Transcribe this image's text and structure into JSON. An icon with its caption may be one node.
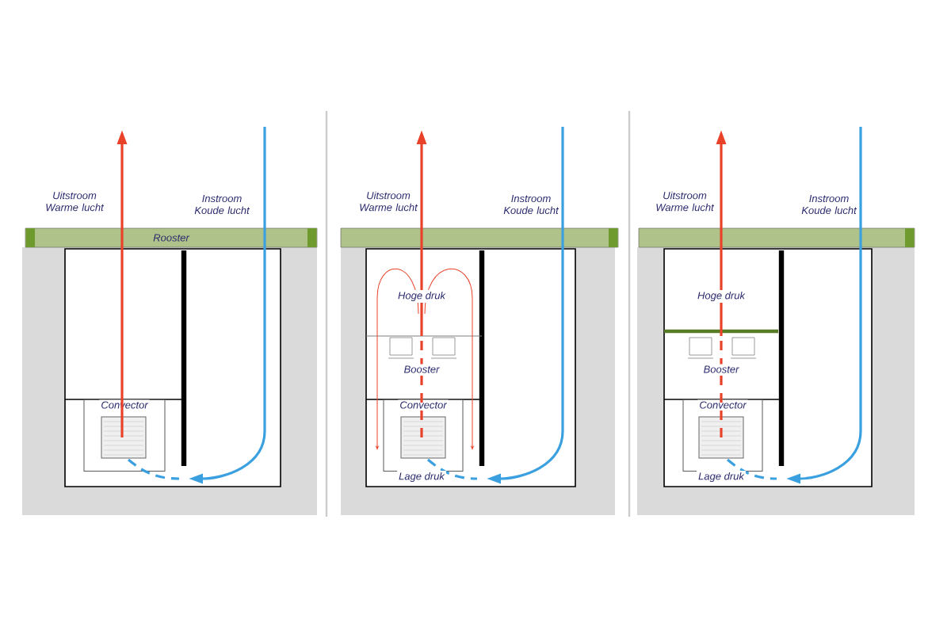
{
  "diagram": {
    "nodes": [
      {
        "text": [
          "Rooster"
        ]
      },
      {
        "text": [
          "Convector"
        ]
      },
      {
        "text": [],
        "shape": "bar"
      },
      {
        "text": [
          "Convector"
        ]
      },
      {
        "text": [],
        "shape": "bar"
      },
      {
        "text": [
          "Convector"
        ]
      }
    ],
    "labels": [
      "Uitstroom Warme lucht",
      "Instroom Koude lucht",
      "Uitstroom Warme lucht",
      "Instroom Koude lucht",
      "Hoge druk",
      "Booster",
      "Lage druk",
      "Uitstroom Warme lucht",
      "Instroom Koude lucht",
      "Hoge druk",
      "Booster",
      "Lage druk"
    ]
  }
}
